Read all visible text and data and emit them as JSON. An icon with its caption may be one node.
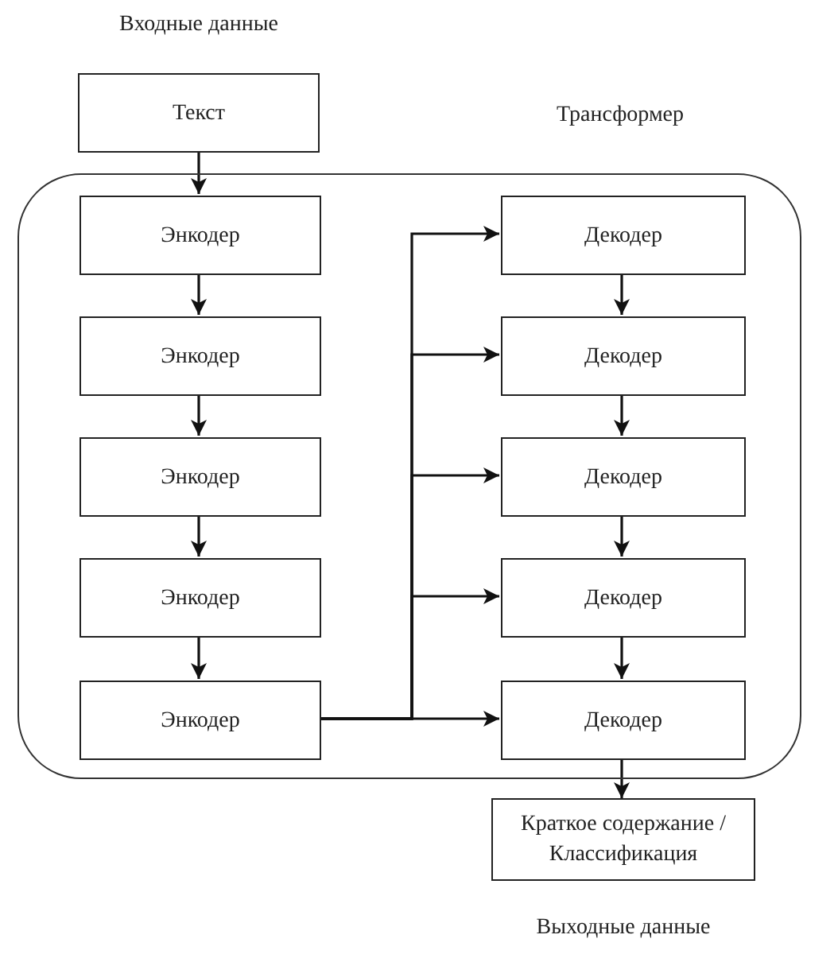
{
  "diagram": {
    "nodes": [
      {
        "text": [
          "Текст"
        ]
      },
      {
        "text": [
          "Трансформер"
        ]
      },
      {
        "text": [
          "Энкодер"
        ],
        "in": 1
      },
      {
        "text": [
          "Энкодер"
        ],
        "in": 1
      },
      {
        "text": [
          "Энкодер"
        ],
        "in": 1
      },
      {
        "text": [
          "Энкодер"
        ],
        "in": 1
      },
      {
        "text": [
          "Энкодер"
        ],
        "in": 1
      },
      {
        "text": [
          "Декодер"
        ],
        "in": 1
      },
      {
        "text": [
          "Декодер"
        ],
        "in": 1
      },
      {
        "text": [
          "Декодер"
        ],
        "in": 1
      },
      {
        "text": [
          "Декодер"
        ],
        "in": 1
      },
      {
        "text": [
          "Декодер"
        ],
        "in": 1
      },
      {
        "text": [
          "Краткое содержание / Классификация"
        ]
      }
    ],
    "edges": [
      {
        "from": 0,
        "to": 2,
        "arrow": "to"
      },
      {
        "from": 2,
        "to": 3,
        "arrow": "to"
      },
      {
        "from": 3,
        "to": 4,
        "arrow": "to"
      },
      {
        "from": 4,
        "to": 5,
        "arrow": "to"
      },
      {
        "from": 5,
        "to": 6,
        "arrow": "to"
      },
      {
        "from": 6,
        "to": 7,
        "arrow": "to"
      },
      {
        "from": 6,
        "to": 8,
        "arrow": "to"
      },
      {
        "from": 6,
        "to": 9,
        "arrow": "to"
      },
      {
        "from": 6,
        "to": 10,
        "arrow": "to"
      },
      {
        "from": 6,
        "to": 11,
        "arrow": "to"
      },
      {
        "from": 7,
        "to": 8,
        "arrow": "to"
      },
      {
        "from": 8,
        "to": 9,
        "arrow": "to"
      },
      {
        "from": 9,
        "to": 10,
        "arrow": "to"
      },
      {
        "from": 10,
        "to": 11,
        "arrow": "to"
      },
      {
        "from": 11,
        "to": 12,
        "arrow": "to"
      }
    ],
    "labels": [
      "Входные данные",
      "Выходные данные"
    ]
  }
}
